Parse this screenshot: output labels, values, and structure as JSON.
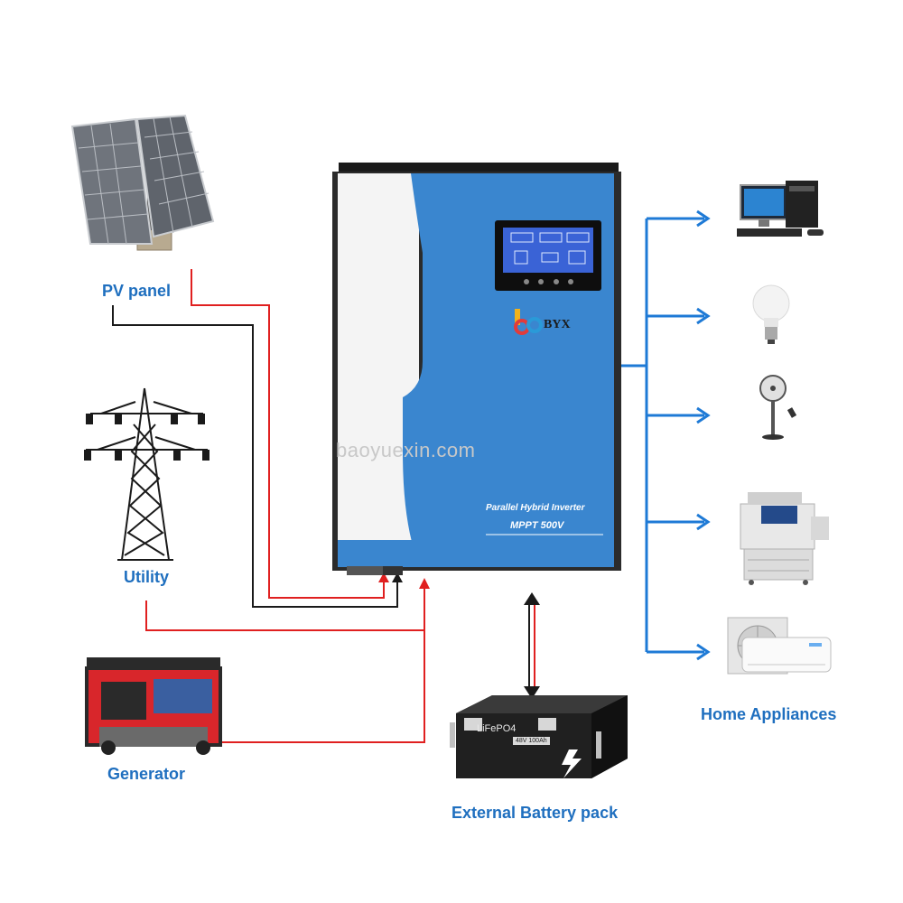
{
  "labels": {
    "pv_panel": "PV panel",
    "utility": "Utility",
    "generator": "Generator",
    "battery": "External Battery pack",
    "appliances": "Home Appliances"
  },
  "inverter": {
    "brand": "BYX",
    "model_line1": "Parallel Hybrid Inverter",
    "model_line2": "MPPT 500V"
  },
  "battery": {
    "chemistry": "LiFePO4",
    "rating": "48V 100Ah"
  },
  "watermark": "baoyuexin.com",
  "colors": {
    "label_blue": "#1f6fbf",
    "inverter_blue": "#3a86cf",
    "wire_red": "#e02020",
    "wire_black": "#1a1a1a",
    "arrow_blue": "#1e7ad6"
  },
  "icons": [
    "solar-panel-icon",
    "power-tower-icon",
    "generator-icon",
    "computer-icon",
    "light-bulb-icon",
    "fan-icon",
    "printer-icon",
    "air-conditioner-icon",
    "battery-icon"
  ]
}
